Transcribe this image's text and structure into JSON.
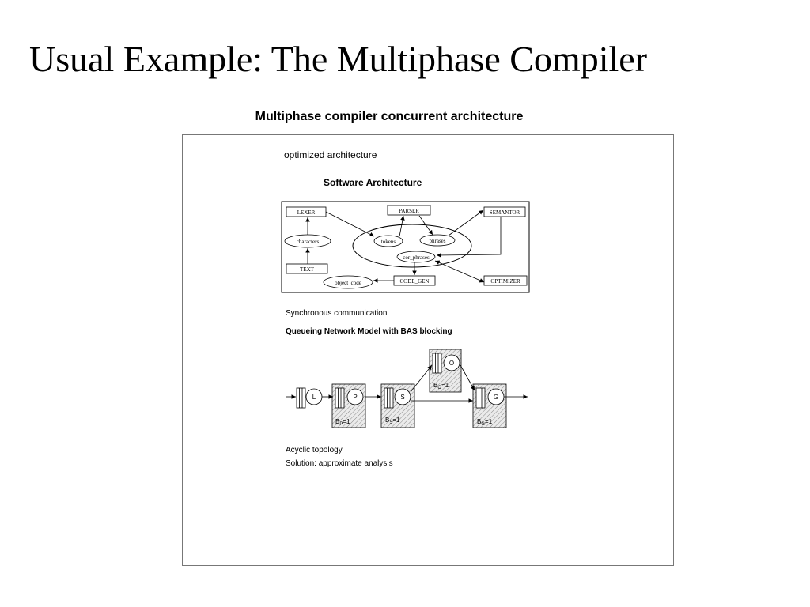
{
  "title": "Usual Example: The Multiphase Compiler",
  "figure": {
    "caption": "Multiphase compiler concurrent architecture",
    "optimized_label": "optimized architecture",
    "software_architecture": {
      "title": "Software Architecture",
      "nodes": {
        "lexer": "LEXER",
        "parser": "PARSER",
        "semantor": "SEMANTOR",
        "characters": "characters",
        "tokens": "tokens",
        "phrases": "phrases",
        "cor_phrases": "cor_phrases",
        "text": "TEXT",
        "code_gen": "CODE_GEN",
        "optimizer": "OPTIMIZER",
        "object_code": "object_code"
      }
    },
    "sync_label": "Synchronous communication",
    "queueing_model": {
      "title": "Queueing Network Model with BAS blocking",
      "stations": {
        "l": "L",
        "p": "P",
        "s": "S",
        "o": "O",
        "g": "G"
      },
      "blocking": {
        "b": "B",
        "eq": "=1",
        "p_sub": "P",
        "s_sub": "S",
        "o_sub": "O",
        "g_sub": "G"
      }
    },
    "notes": {
      "topology": "Acyclic topology",
      "solution": "Solution: approximate analysis"
    }
  }
}
